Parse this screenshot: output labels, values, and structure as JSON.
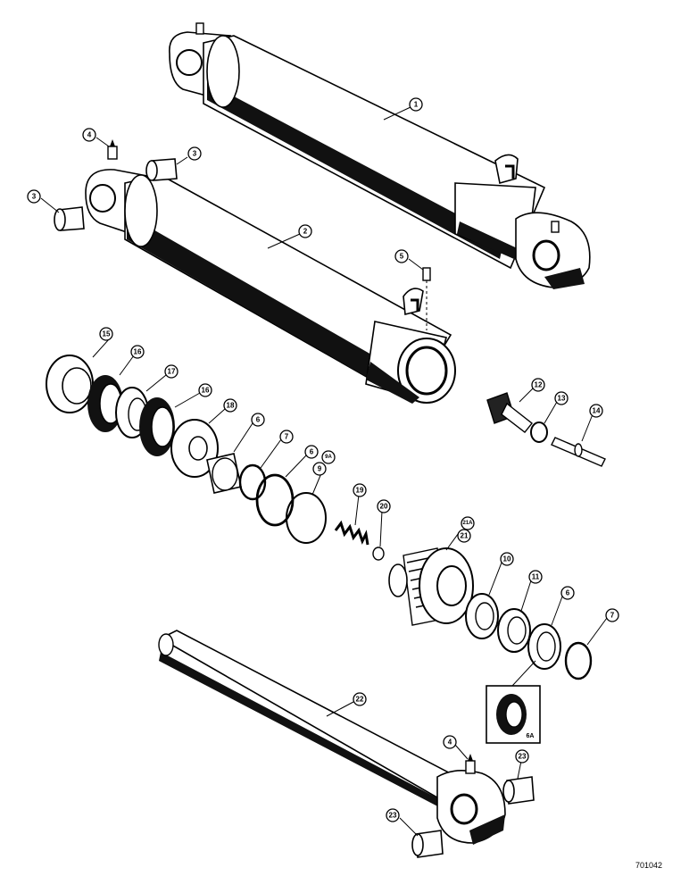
{
  "figure_number": "701042",
  "callouts": {
    "c1": "1",
    "c2": "2",
    "c3a": "3",
    "c3b": "3",
    "c4a": "4",
    "c4b": "4",
    "c5": "5",
    "c6a": "6",
    "c6b": "6",
    "c6c": "6",
    "c6A": "6A",
    "c7a": "7",
    "c7b": "7",
    "c9": "9",
    "c9A": "9A",
    "c10": "10",
    "c11": "11",
    "c12": "12",
    "c13": "13",
    "c14": "14",
    "c15": "15",
    "c16a": "16",
    "c16b": "16",
    "c17": "17",
    "c18": "18",
    "c19": "19",
    "c20": "20",
    "c21": "21",
    "c21A": "21A",
    "c22": "22",
    "c23a": "23",
    "c23b": "23"
  }
}
